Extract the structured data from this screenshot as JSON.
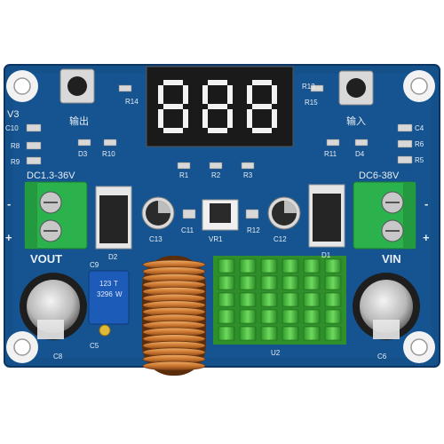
{
  "board": {
    "colors": {
      "pcb": "#14508a",
      "pcb_dark": "#0c3562",
      "silkscreen": "#e8eef5",
      "terminal_green": "#2bb24c",
      "heatsink_green": "#3fbf3a",
      "coil_copper": "#c9752e",
      "display_bg": "#1a1a1a",
      "segment_color": "#f2f2f2"
    },
    "display": {
      "digits": "888"
    },
    "labels": {
      "v3": "V3",
      "c10": "C10",
      "r8": "R8",
      "r9": "R9",
      "r14": "R14",
      "out_cn": "输出",
      "d3": "D3",
      "r10": "R10",
      "r15": "R15",
      "in_cn": "输入",
      "r13": "R13",
      "r11": "R11",
      "d4": "D4",
      "c4": "C4",
      "r6": "R6",
      "r5": "R5",
      "r1": "R1",
      "r2": "R2",
      "r3": "R3",
      "dc_out": "DC1.3-36V",
      "dc_in": "DC6-38V",
      "minus": "-",
      "plus": "+",
      "d2": "D2",
      "c13": "C13",
      "c11": "C11",
      "vr1": "VR1",
      "r12": "R12",
      "c12": "C12",
      "d1": "D1",
      "vout": "VOUT",
      "vin": "VIN",
      "c9": "C9",
      "c5": "C5",
      "c8": "C8",
      "c6": "C6",
      "u2": "U2",
      "pot_code": "123",
      "pot_t": "T",
      "pot_model": "3296",
      "pot_w": "W"
    }
  }
}
